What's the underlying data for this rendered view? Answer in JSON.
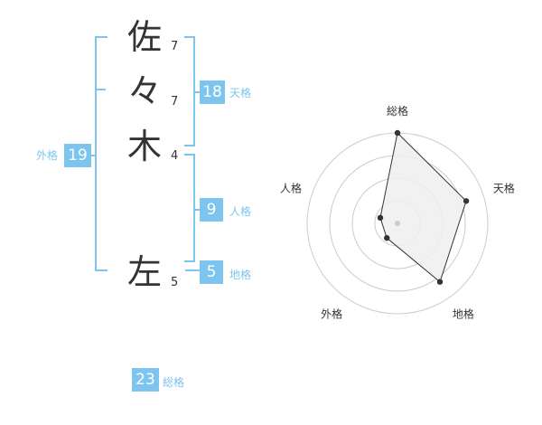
{
  "name_chars": [
    {
      "char": "佐",
      "strokes": "7"
    },
    {
      "char": "々",
      "strokes": "7"
    },
    {
      "char": "木",
      "strokes": "4"
    },
    {
      "char": "左",
      "strokes": "5"
    }
  ],
  "kaku": {
    "tenkaku": {
      "label": "天格",
      "value": "18"
    },
    "jinkaku": {
      "label": "人格",
      "value": "9"
    },
    "chikaku": {
      "label": "地格",
      "value": "5"
    },
    "gaikaku": {
      "label": "外格",
      "value": "19"
    },
    "soukaku": {
      "label": "総格",
      "value": "23"
    }
  },
  "colors": {
    "accent": "#7dc5ee",
    "text": "#333333",
    "grid": "#cccccc",
    "polygon_fill": "#eeeeee"
  },
  "chart_data": {
    "type": "radar",
    "axes": [
      "総格",
      "天格",
      "地格",
      "外格",
      "人格"
    ],
    "values": [
      5,
      4,
      4,
      1,
      1
    ],
    "rmax": 5,
    "rings": 4
  }
}
